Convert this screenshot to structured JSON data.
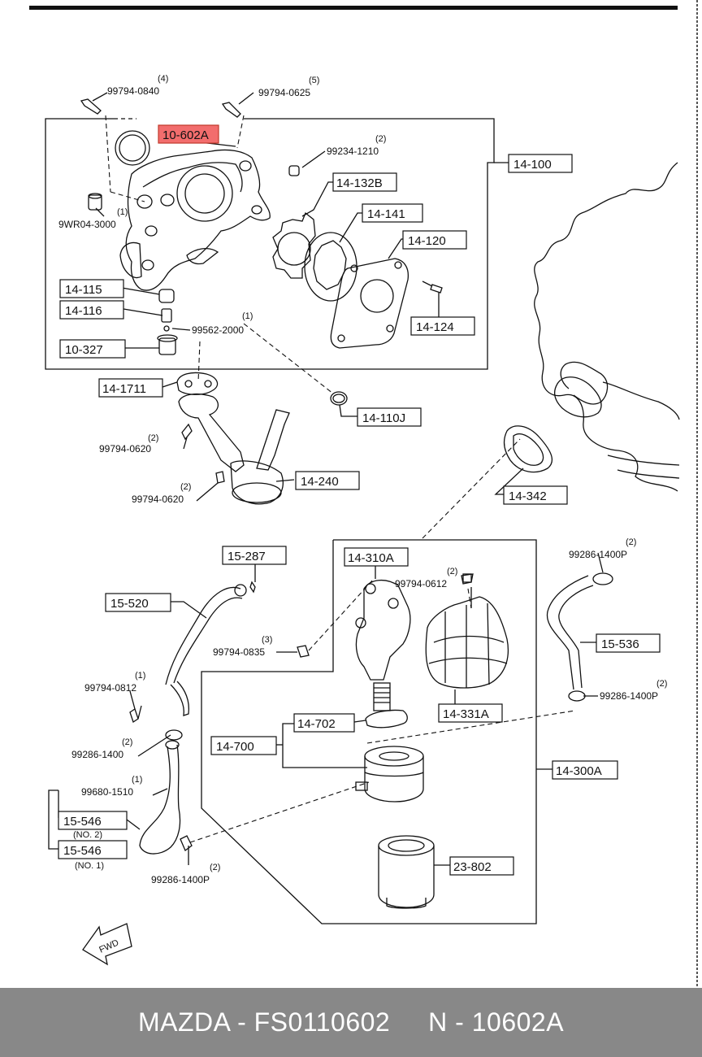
{
  "labels": {
    "p10_602A": "10-602A",
    "p14_100": "14-100",
    "p14_132B": "14-132B",
    "p14_141": "14-141",
    "p14_120": "14-120",
    "p14_124": "14-124",
    "p14_115": "14-115",
    "p14_116": "14-116",
    "p10_327": "10-327",
    "p14_1711": "14-1711",
    "p14_110J": "14-110J",
    "p14_240": "14-240",
    "p14_342": "14-342",
    "p15_287": "15-287",
    "p15_520": "15-520",
    "p14_310A": "14-310A",
    "p14_331A": "14-331A",
    "p15_536": "15-536",
    "p14_702": "14-702",
    "p14_700": "14-700",
    "p14_300A": "14-300A",
    "p15_546a": "15-546",
    "p15_546b": "15-546",
    "p23_802": "23-802"
  },
  "notes": {
    "n_99794_0840": "99794-0840",
    "q_99794_0840": "(4)",
    "n_99794_0625": "99794-0625",
    "q_99794_0625": "(5)",
    "n_99234_1210": "99234-1210",
    "q_99234_1210": "(2)",
    "n_9WR04_3000": "9WR04-3000",
    "q_9WR04_3000": "(1)",
    "n_99562_2000": "99562-2000",
    "q_99562_2000": "(1)",
    "n_99794_0620a": "99794-0620",
    "q_99794_0620a": "(2)",
    "n_99794_0620b": "99794-0620",
    "q_99794_0620b": "(2)",
    "n_99286_1400P_a": "99286-1400P",
    "q_99286_1400P_a": "(2)",
    "n_99794_0612": "99794-0612",
    "q_99794_0612": "(2)",
    "n_99794_0835": "99794-0835",
    "q_99794_0835": "(3)",
    "n_99794_0812": "99794-0812",
    "q_99794_0812": "(1)",
    "n_99286_1400P_b": "99286-1400P",
    "q_99286_1400P_b": "(2)",
    "n_99286_1400": "99286-1400",
    "q_99286_1400": "(2)",
    "n_99680_1510": "99680-1510",
    "q_99680_1510": "(1)",
    "n_no2": "(NO. 2)",
    "n_no1": "(NO. 1)",
    "n_99286_1400P_c": "99286-1400P",
    "q_99286_1400P_c": "(2)",
    "fwd": "FWD"
  },
  "highlight_color": "#f26d6d",
  "footer": {
    "brand": "MAZDA - FS0110602",
    "code": "N - 10602A"
  }
}
